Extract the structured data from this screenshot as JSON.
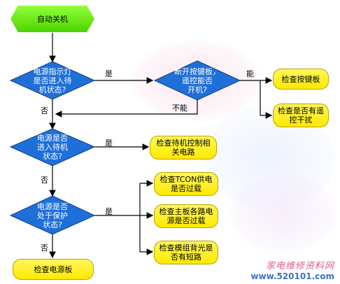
{
  "nodes": {
    "start": "自动关机",
    "d1": "电源指示灯\n是否进入待\n机状态?",
    "d2": "断开按键板，\n遥控能否\n开机?",
    "d3": "电源是否\n进入待机\n状态?",
    "d4": "电源是否\n处于保护\n状态?",
    "b_keyboard": "检查按键板",
    "b_interference": "检查是否有遥\n控干扰",
    "b_standby_ctrl": "检查待机控制相\n关电路",
    "b_tcon": "检查TCON供电\n是否过载",
    "b_mainboard": "检查主板各路电\n源是否过载",
    "b_backlight": "检查模组背光是\n否有短路",
    "b_power": "检查电源板"
  },
  "labels": {
    "yes": "是",
    "no": "否",
    "can": "能",
    "cannot": "不能"
  },
  "watermark": {
    "line1": "家电维修资料网",
    "line2": "www.520101.com"
  },
  "colors": {
    "diamond": "#1f6fd8",
    "arrow": "#000000",
    "box": "#fff200",
    "start": "#6ee01f"
  }
}
